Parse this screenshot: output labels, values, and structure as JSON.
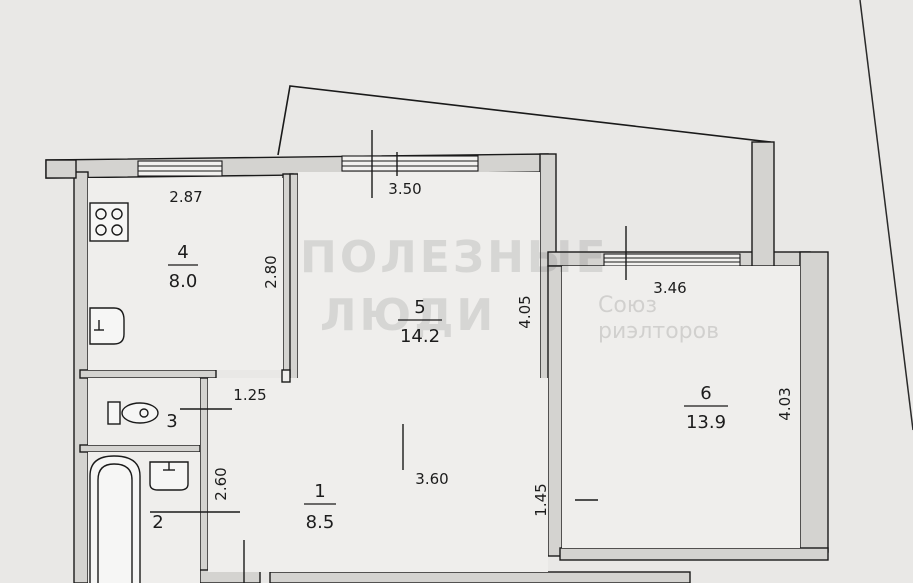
{
  "watermark": {
    "line1": "ПОЛЕЗНЫЕ",
    "line2": "ЛЮДИ",
    "org1": "Союз",
    "org2": "риэлторов"
  },
  "rooms": [
    {
      "id": "room-4",
      "number": "4",
      "area": "8.0"
    },
    {
      "id": "room-5",
      "number": "5",
      "area": "14.2"
    },
    {
      "id": "room-6",
      "number": "6",
      "area": "13.9"
    },
    {
      "id": "room-1",
      "number": "1",
      "area": "8.5"
    },
    {
      "id": "room-2",
      "number": "2"
    },
    {
      "id": "room-3",
      "number": "3"
    }
  ],
  "dimensions": {
    "kitchen_width": "2.87",
    "kitchen_depth": "2.80",
    "room5_top": "3.50",
    "room5_depth": "4.05",
    "room5_bottom": "3.60",
    "room6_top": "3.46",
    "room6_depth": "4.03",
    "toilet_width": "1.25",
    "bath_length": "2.60",
    "hall_width": "1.45"
  }
}
